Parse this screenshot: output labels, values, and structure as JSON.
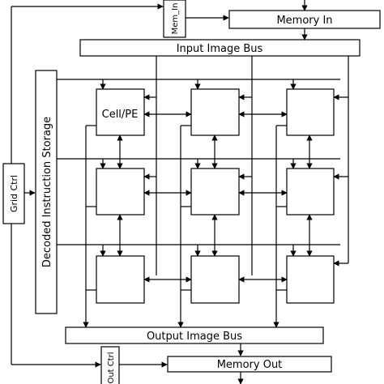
{
  "labels": {
    "mem_in_ctrl": "Mem_In",
    "memory_in": "Memory In",
    "input_bus": "Input Image Bus",
    "decoded_storage": "Decoded Instruction Storage",
    "grid_ctrl": "Grid Ctrl",
    "cell": "Cell/PE",
    "output_bus": "Output Image Bus",
    "out_ctrl": "Out Ctrl",
    "memory_out": "Memory Out"
  }
}
